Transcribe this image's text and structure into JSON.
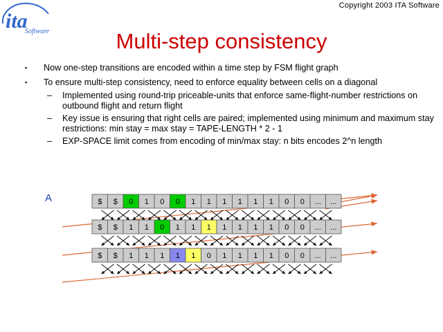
{
  "header": {
    "copyright": "Copyright 2003 ITA Software",
    "logo_main": "ita",
    "logo_sub": "Software"
  },
  "title": "Multi-step consistency",
  "bullets": [
    {
      "text": "Now one-step transitions are encoded within a time step by FSM flight graph",
      "subs": []
    },
    {
      "text": "To ensure multi-step consistency, need to enforce equality between cells on a diagonal",
      "subs": [
        "Implemented using round-trip priceable-units that enforce same-flight-number restrictions on outbound flight and return flight",
        "Key issue is ensuring that right cells are paired; implemented using minimum and maximum stay restrictions: min stay = max stay = TAPE-LENGTH * 2 - 1",
        "EXP-SPACE limit comes from encoding of min/max stay: n bits encodes 2^n length"
      ]
    }
  ],
  "diagram": {
    "row_label": "A",
    "colors": {
      "default": "#cccccc",
      "green": "#00cc00",
      "yellow": "#ffff66",
      "blue": "#8888ee",
      "red_line": "#dd6633",
      "cell_border": "#555555"
    },
    "rows": [
      [
        "$",
        "$",
        "0",
        "1",
        "0",
        "0",
        "1",
        "1",
        "1",
        "1",
        "1",
        "1",
        "0",
        "0",
        "...",
        "..."
      ],
      [
        "$",
        "$",
        "1",
        "1",
        "0",
        "1",
        "1",
        "1",
        "1",
        "1",
        "1",
        "1",
        "0",
        "0",
        "...",
        "..."
      ],
      [
        "$",
        "$",
        "1",
        "1",
        "1",
        "1",
        "1",
        "0",
        "1",
        "1",
        "1",
        "1",
        "0",
        "0",
        "...",
        "..."
      ]
    ],
    "highlights": [
      {
        "row": 0,
        "col": 2,
        "color": "green"
      },
      {
        "row": 0,
        "col": 5,
        "color": "green"
      },
      {
        "row": 1,
        "col": 4,
        "color": "green"
      },
      {
        "row": 1,
        "col": 7,
        "color": "yellow"
      },
      {
        "row": 2,
        "col": 5,
        "color": "blue"
      },
      {
        "row": 2,
        "col": 6,
        "color": "yellow"
      }
    ]
  }
}
